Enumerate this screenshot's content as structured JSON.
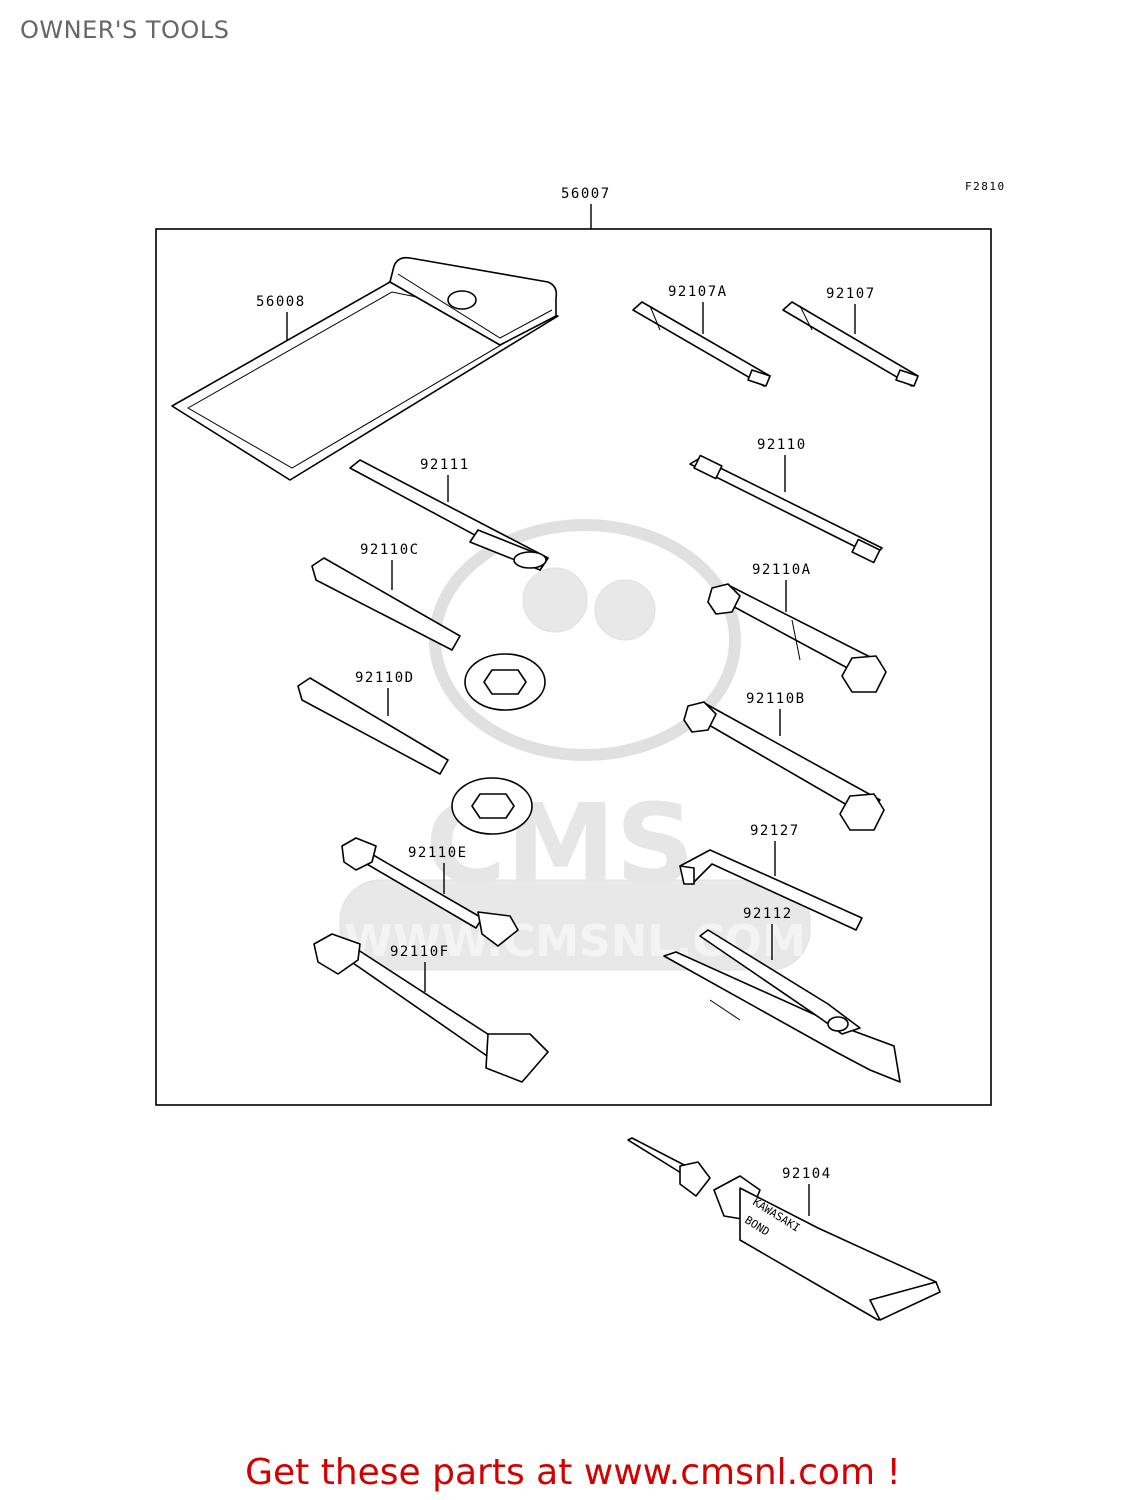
{
  "title": "OWNER'S TOOLS",
  "figure_code": "F2810",
  "kit_label": "56007",
  "parts": {
    "tool_bag": "56008",
    "driver_a": "92107A",
    "driver": "92107",
    "wrench_92111": "92111",
    "handle_92110": "92110",
    "ring_wrench_c": "92110C",
    "box_wrench_a": "92110A",
    "ring_wrench_d": "92110D",
    "box_wrench_b": "92110B",
    "wrench_e": "92110E",
    "hex_key": "92127",
    "wrench_f": "92110F",
    "pliers": "92112",
    "bond": "92104"
  },
  "bond_text": [
    "KAWASAKI",
    "BOND"
  ],
  "watermark": "CMS WWW.CMSNL.COM",
  "footer": "Get these parts at www.cmsnl.com !",
  "colors": {
    "footer": "#d40000",
    "title": "#666666",
    "watermark": "#e6e6e6"
  }
}
